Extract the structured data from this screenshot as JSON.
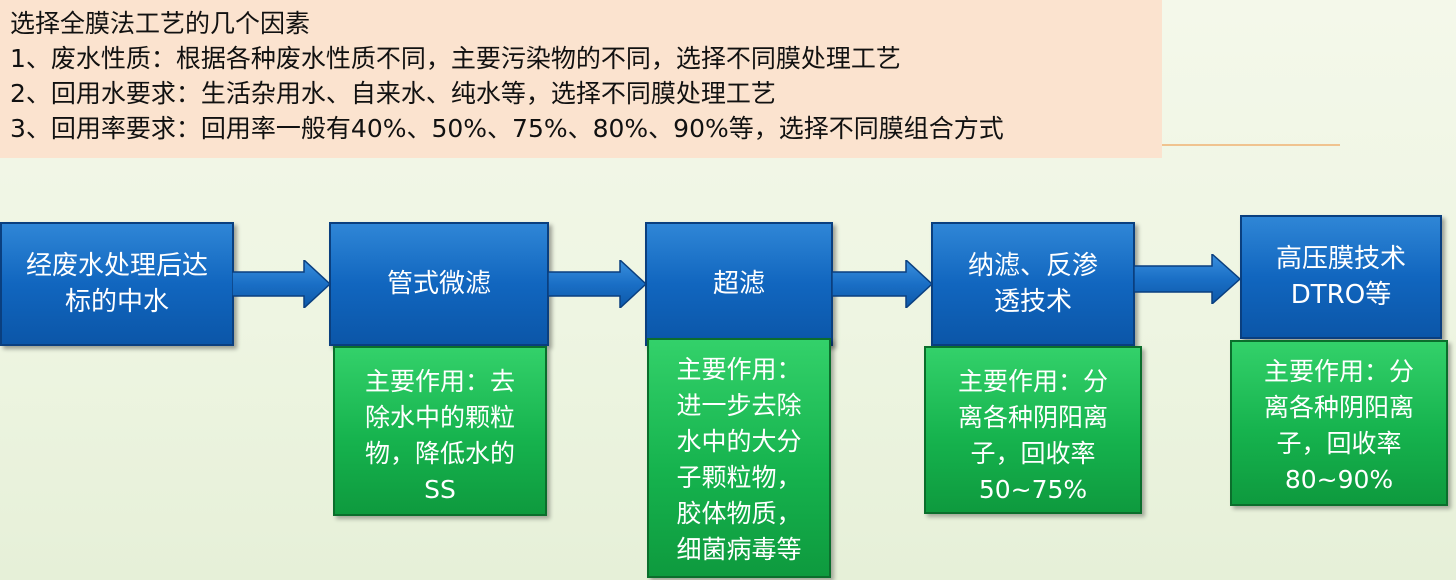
{
  "note": {
    "title": "选择全膜法工艺的几个因素",
    "items": [
      "1、废水性质：根据各种废水性质不同，主要污染物的不同，选择不同膜处理工艺",
      "2、回用水要求：生活杂用水、自来水、纯水等，选择不同膜处理工艺",
      "3、回用率要求：回用率一般有40%、50%、75%、80%、90%等，选择不同膜组合方式"
    ]
  },
  "flow": {
    "source": {
      "lines": [
        "经废水处理后达",
        "标的中水"
      ]
    },
    "steps": [
      {
        "name": [
          "管式微滤"
        ],
        "effect": [
          "主要作用：去",
          "除水中的颗粒",
          "物，降低水的",
          "SS"
        ]
      },
      {
        "name": [
          "超滤"
        ],
        "effect": [
          "主要作用：",
          "进一步去除",
          "水中的大分",
          "子颗粒物，",
          "胶体物质，",
          "细菌病毒等"
        ]
      },
      {
        "name": [
          "纳滤、反渗",
          "透技术"
        ],
        "effect": [
          "主要作用：分",
          "离各种阴阳离",
          "子，回收率",
          "50~75%"
        ]
      },
      {
        "name": [
          "高压膜技术",
          "DTRO等"
        ],
        "effect": [
          "主要作用：分",
          "离各种阴阳离",
          "子，回收率",
          "80~90%"
        ]
      }
    ]
  },
  "colors": {
    "note_bg": "#fbe3cf",
    "process_box": "#1166bf",
    "effect_box": "#16b34e",
    "arrow": "#1a6fc6"
  }
}
